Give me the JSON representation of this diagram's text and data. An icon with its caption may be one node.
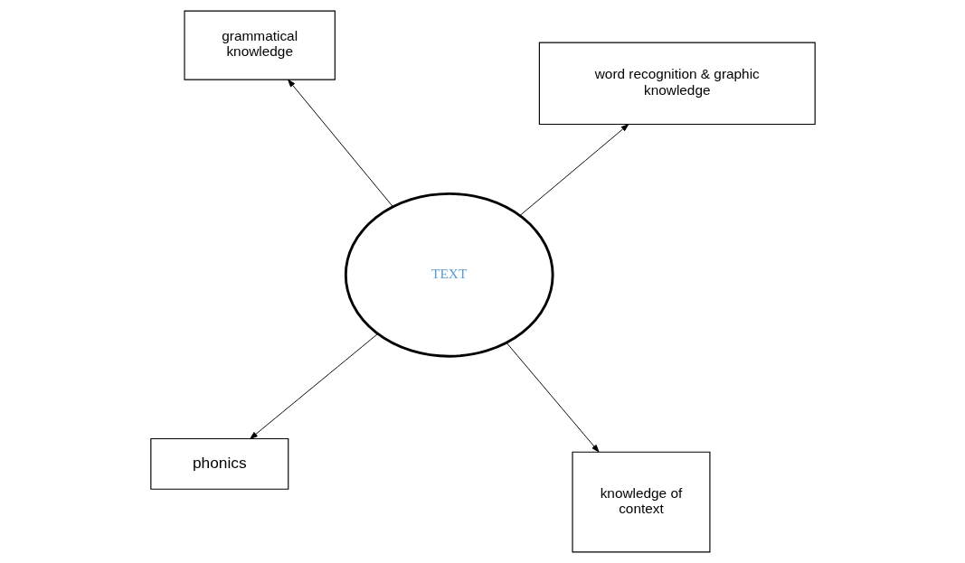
{
  "diagram": {
    "nodes": [
      {
        "text": [
          "phonics"
        ]
      },
      {
        "text": [
          "knowledge of context"
        ]
      },
      {
        "text": [
          "TEXT"
        ]
      },
      {
        "text": [
          "grammatical knowledge"
        ]
      },
      {
        "text": [
          "word recognition & graphic knowledge"
        ]
      }
    ],
    "edges": [
      {
        "from": 2,
        "to": 0,
        "arrow": "to"
      },
      {
        "from": 2,
        "to": 1,
        "arrow": "to"
      },
      {
        "from": 2,
        "to": 3,
        "arrow": "to"
      },
      {
        "from": 2,
        "to": 4,
        "arrow": "to"
      }
    ]
  }
}
